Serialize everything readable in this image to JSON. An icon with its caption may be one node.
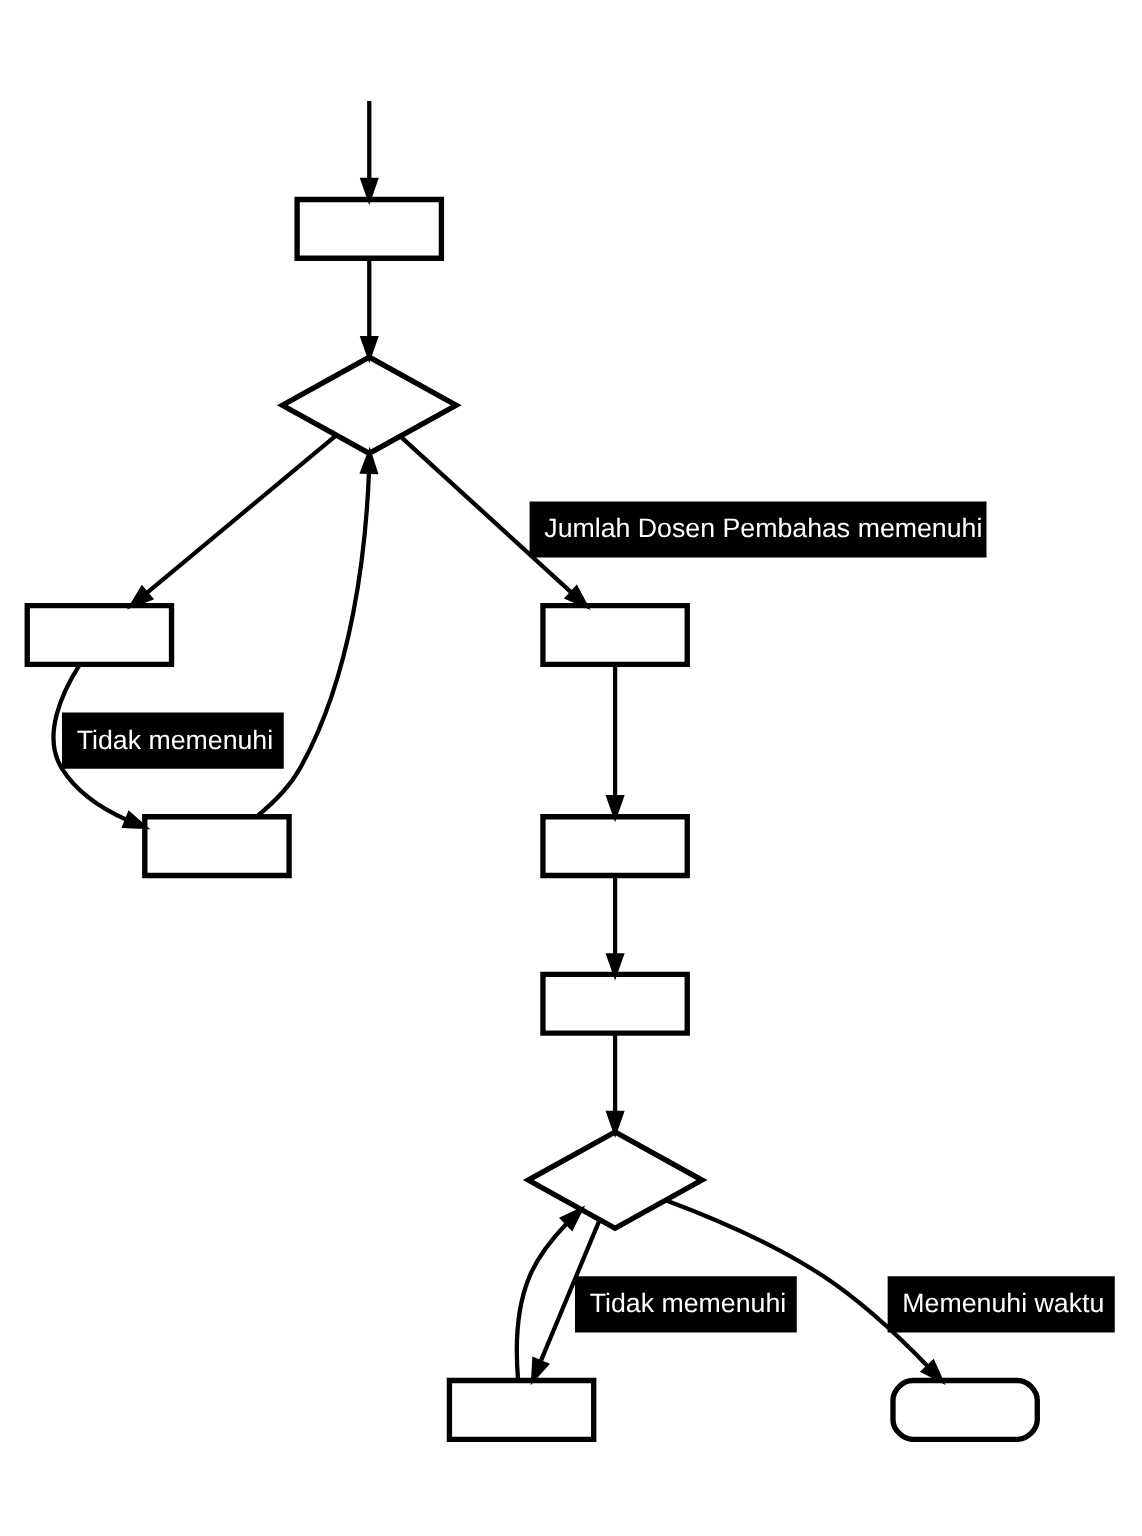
{
  "diagram": {
    "nodes": [
      {
        "text": [],
        "shape": "box"
      },
      {
        "text": [],
        "shape": "diamond"
      },
      {
        "text": [],
        "shape": "box"
      },
      {
        "text": [],
        "shape": "box"
      },
      {
        "text": [],
        "shape": "box"
      },
      {
        "text": [],
        "shape": "box"
      },
      {
        "text": [],
        "shape": "box"
      },
      {
        "text": [],
        "shape": "diamond"
      },
      {
        "text": [],
        "shape": "box"
      },
      {
        "text": [],
        "shape": "oval"
      }
    ],
    "edges": [
      {
        "from": null,
        "to": 0,
        "arrow": "to"
      },
      {
        "from": 0,
        "to": 1,
        "arrow": "to"
      },
      {
        "from": 1,
        "to": 2,
        "arrow": "to"
      },
      {
        "from": 2,
        "to": 3,
        "arrow": "to",
        "label": "Tidak memenuhi"
      },
      {
        "from": 3,
        "to": 1,
        "arrow": "to"
      },
      {
        "from": 1,
        "to": 4,
        "arrow": "to",
        "label": "Jumlah Dosen Pembahas memenuhi"
      },
      {
        "from": 4,
        "to": 5,
        "arrow": "to"
      },
      {
        "from": 5,
        "to": 6,
        "arrow": "to"
      },
      {
        "from": 6,
        "to": 7,
        "arrow": "to"
      },
      {
        "from": 7,
        "to": 8,
        "arrow": "to",
        "label": "Tidak memenuhi"
      },
      {
        "from": 8,
        "to": 7,
        "arrow": "to"
      },
      {
        "from": 7,
        "to": 9,
        "arrow": "to",
        "label": "Memenuhi waktu"
      }
    ]
  }
}
